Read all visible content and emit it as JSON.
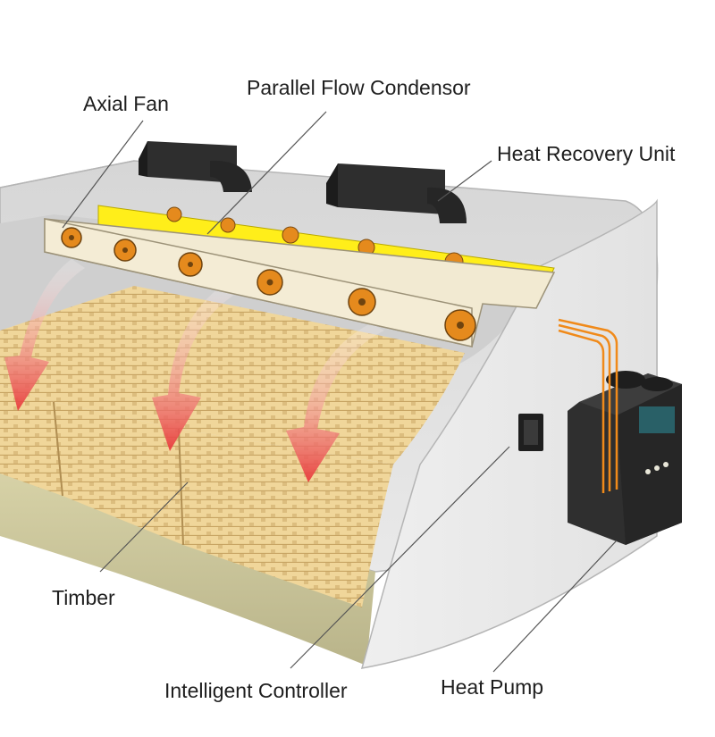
{
  "labels": {
    "axial_fan": "Axial Fan",
    "condensor": "Parallel Flow Condensor",
    "heat_recovery": "Heat Recovery Unit",
    "timber": "Timber",
    "controller": "Intelligent Controller",
    "heat_pump": "Heat Pump"
  },
  "colors": {
    "chamber_wall": "#dcdcdc",
    "chamber_floor": "#c4bf96",
    "timber": "#f0d69a",
    "timber_edge": "#c7a463",
    "fan_bar": "#f2ead2",
    "fan": "#e58a1d",
    "condensor": "#ffee1a",
    "unit_dark": "#2e2e2e",
    "hot_air": "#e83b3b",
    "pipe": "#f08a1a"
  }
}
